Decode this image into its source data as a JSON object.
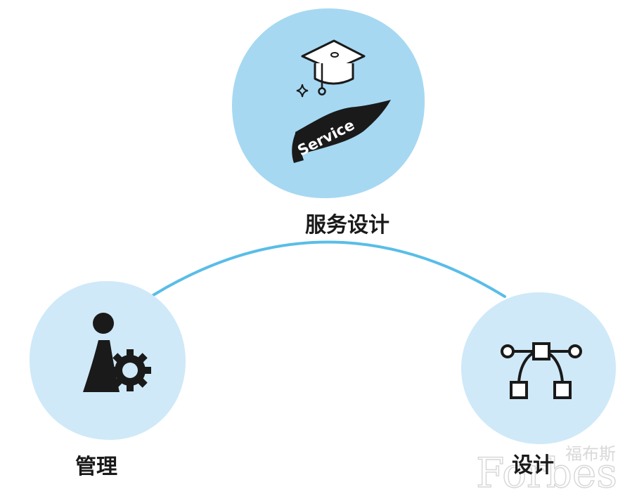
{
  "colors": {
    "top_circle": "#a6d8f2",
    "side_circle": "#cfe9f8",
    "connector": "#59bde8",
    "icon": "#1a1a1a"
  },
  "nodes": {
    "service_design": {
      "label": "服务设计",
      "icon": "hand-with-graduation-cap-icon",
      "badge_text": "Service"
    },
    "management": {
      "label": "管理",
      "icon": "person-with-gear-icon"
    },
    "design": {
      "label": "设计",
      "icon": "bezier-curve-icon"
    }
  },
  "watermark": {
    "cn": "福布斯",
    "en": "Forbes"
  }
}
